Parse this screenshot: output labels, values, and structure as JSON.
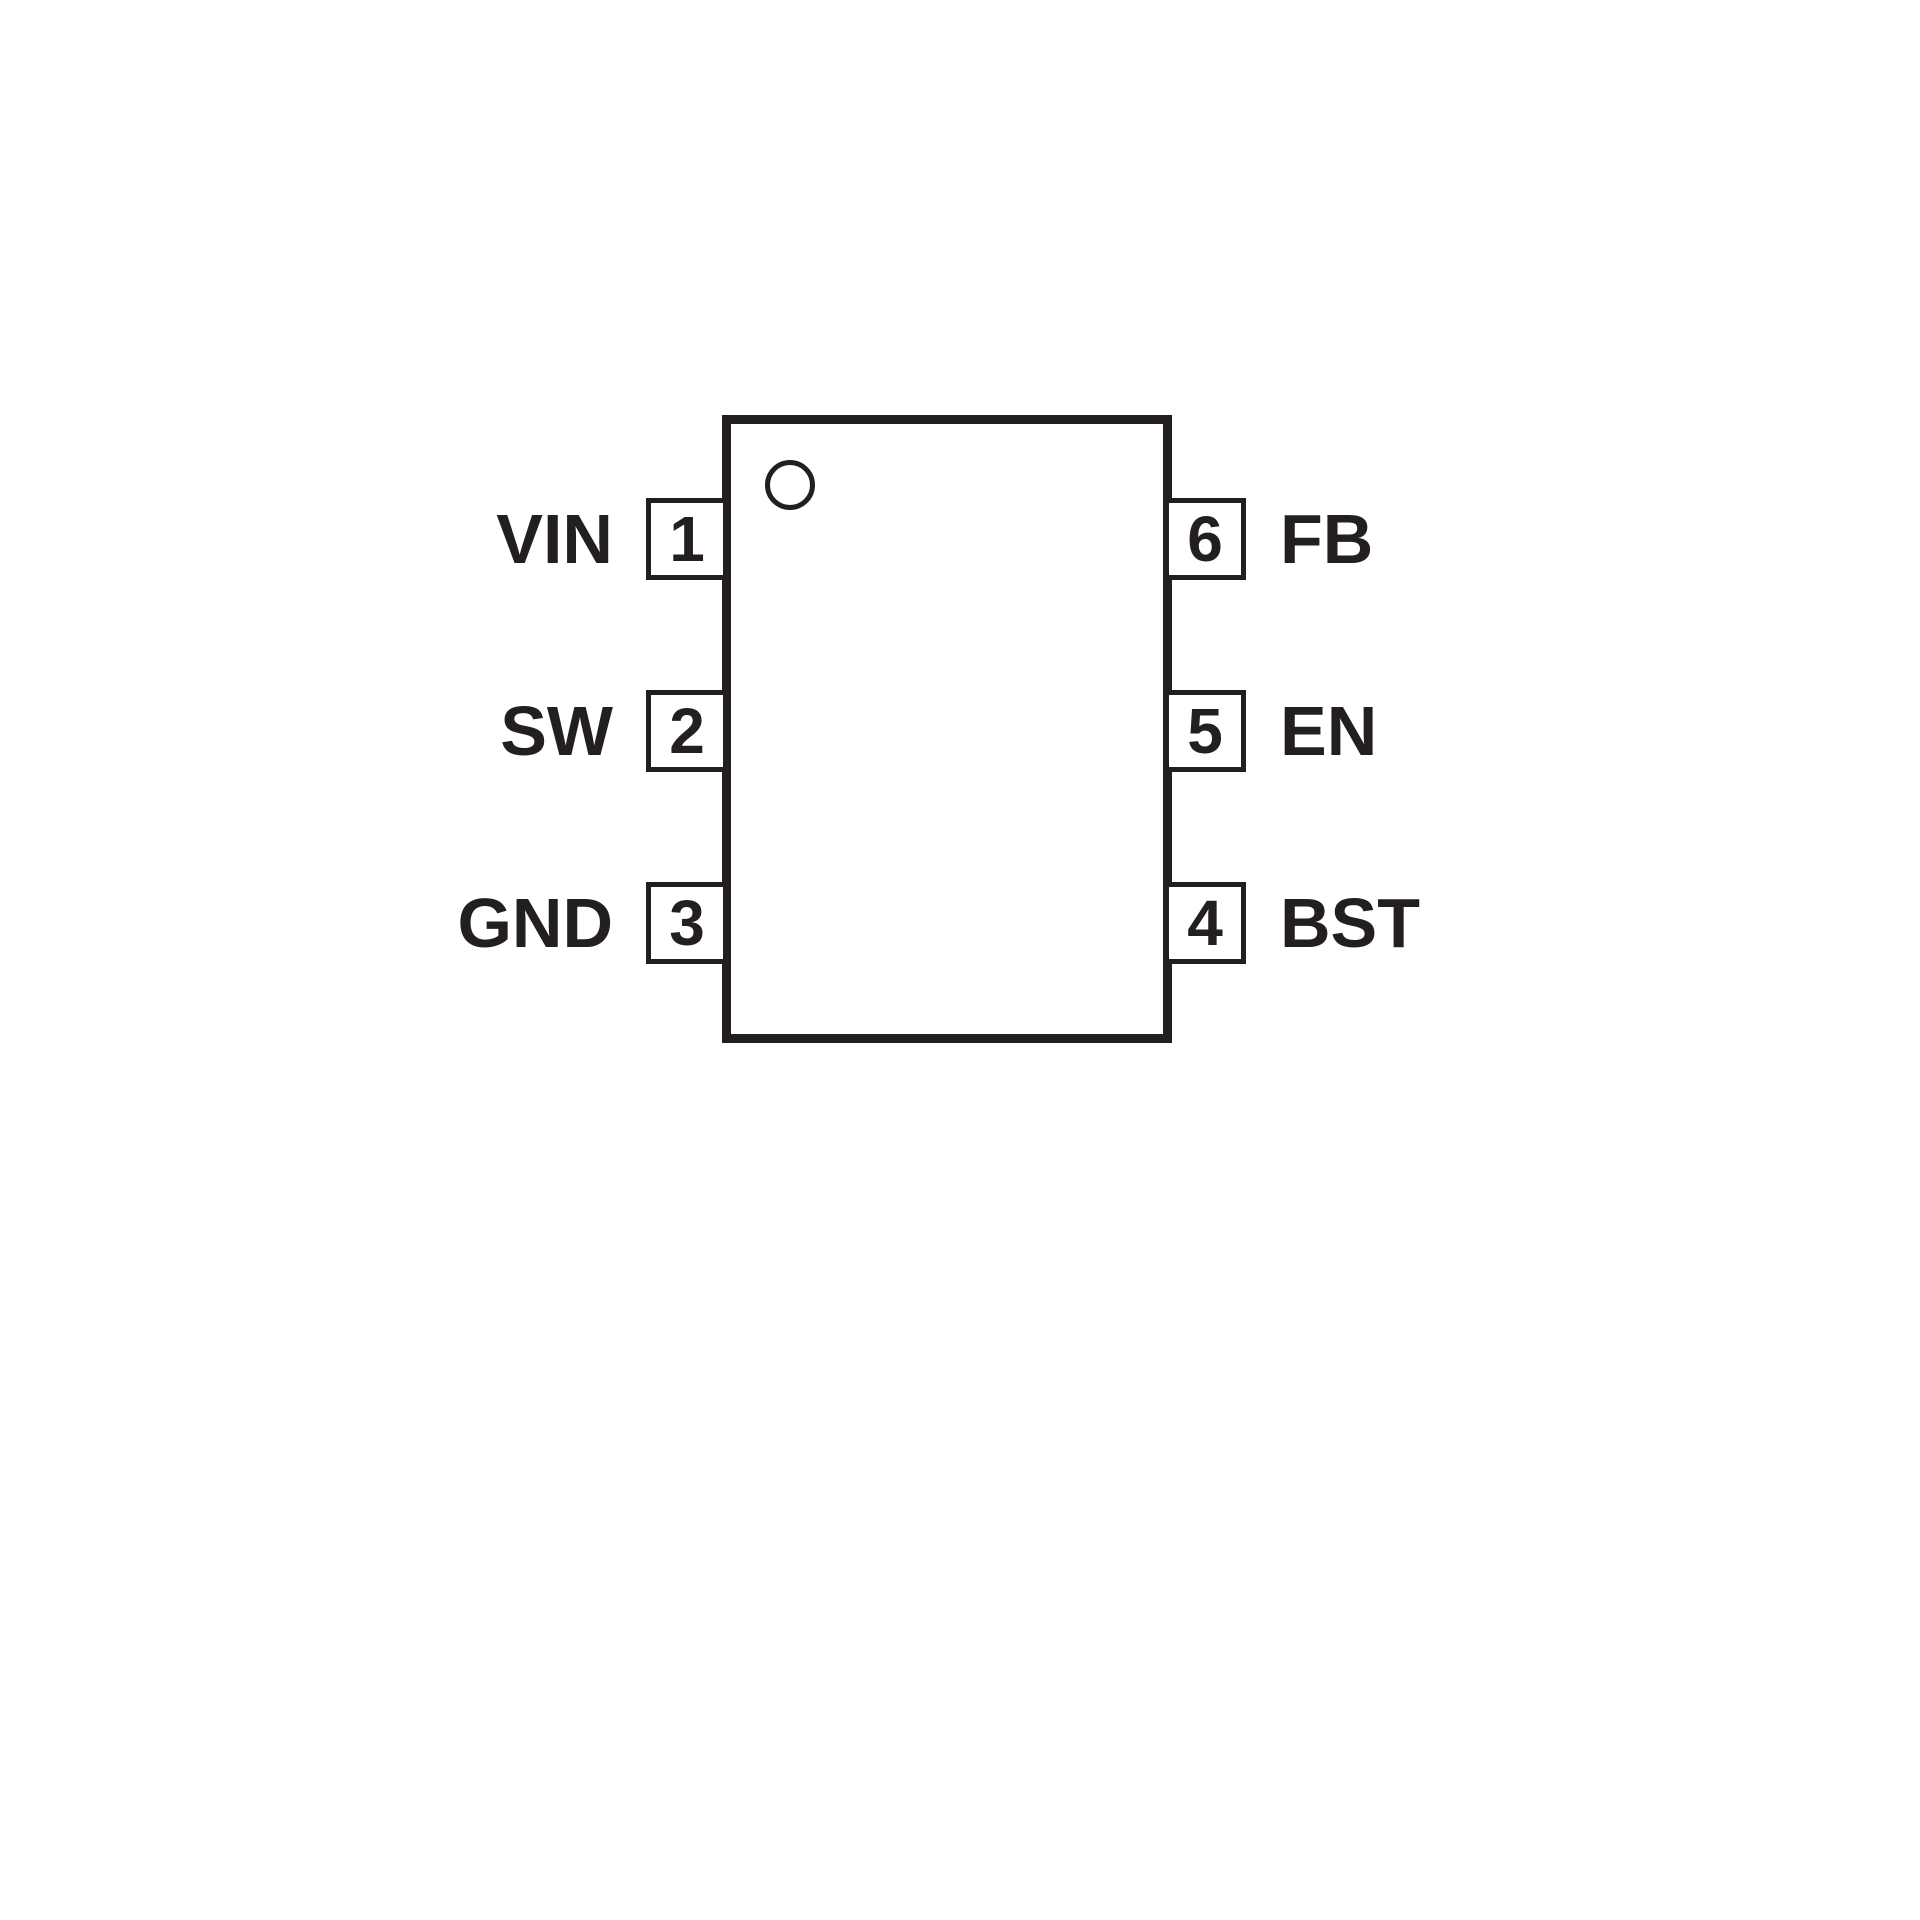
{
  "diagram": {
    "kind": "ic-pinout",
    "colors": {
      "ink": "#231f20",
      "background": "#ffffff"
    },
    "chip": {
      "pin1_indicator_icon": "circle-icon"
    },
    "pins": [
      {
        "number": "1",
        "label": "VIN",
        "side": "left",
        "row": 0
      },
      {
        "number": "2",
        "label": "SW",
        "side": "left",
        "row": 1
      },
      {
        "number": "3",
        "label": "GND",
        "side": "left",
        "row": 2
      },
      {
        "number": "6",
        "label": "FB",
        "side": "right",
        "row": 0
      },
      {
        "number": "5",
        "label": "EN",
        "side": "right",
        "row": 1
      },
      {
        "number": "4",
        "label": "BST",
        "side": "right",
        "row": 2
      }
    ]
  }
}
